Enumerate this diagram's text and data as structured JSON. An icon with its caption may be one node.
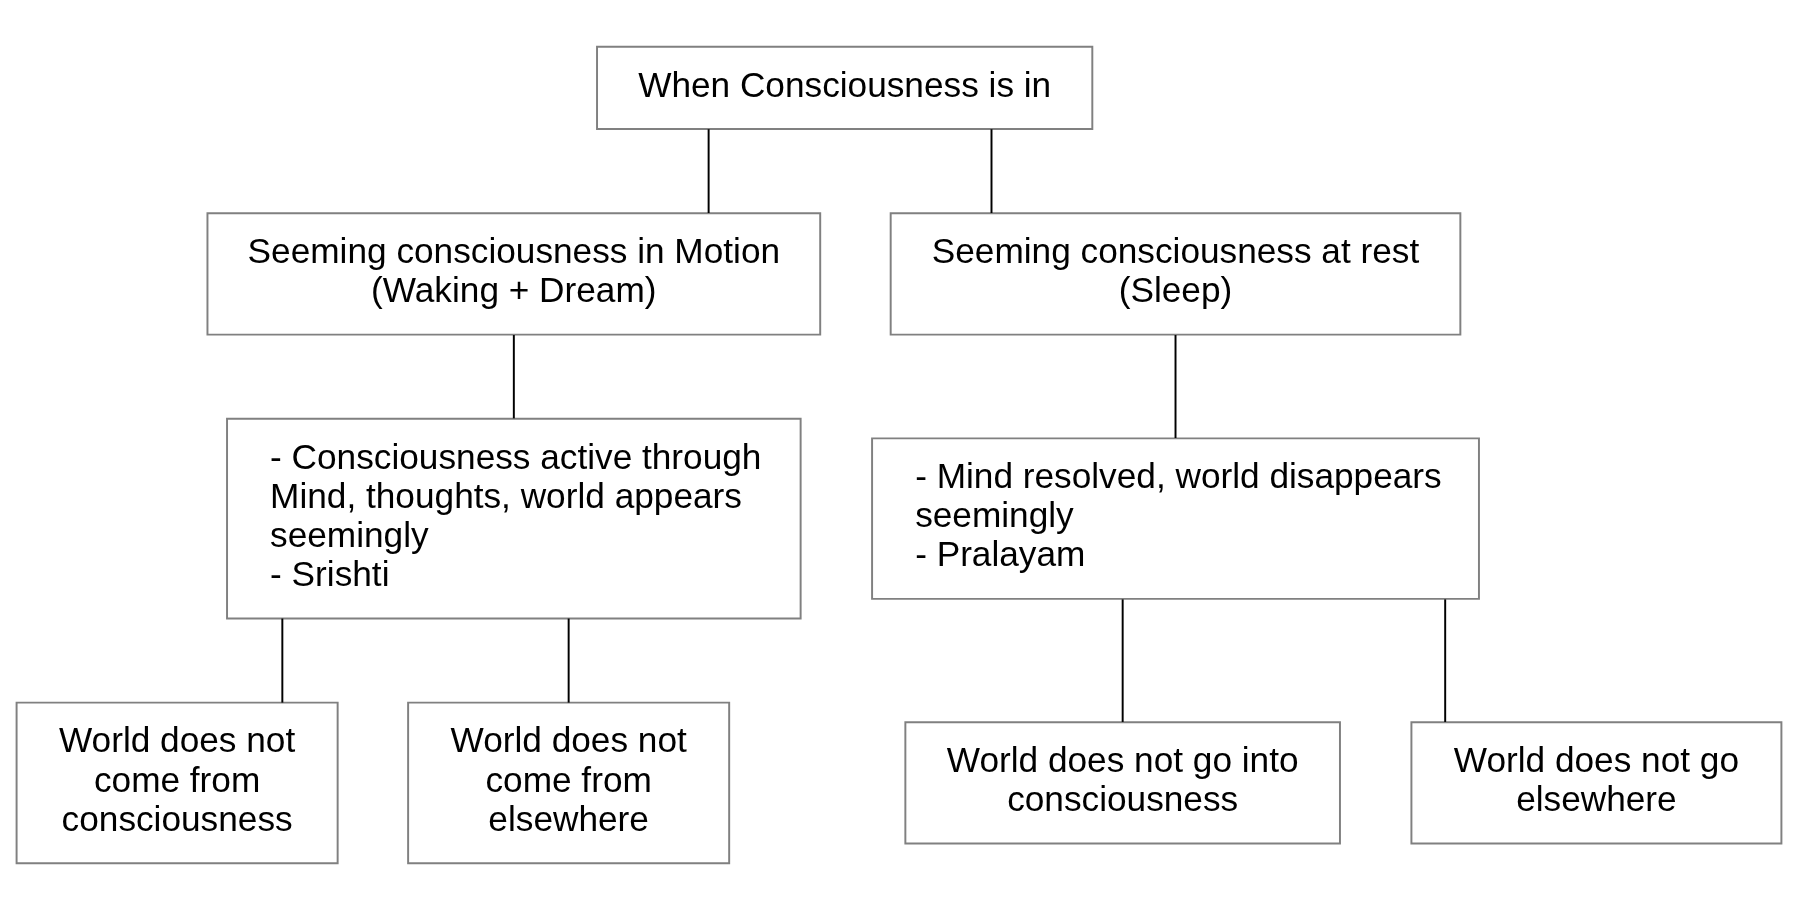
{
  "diagram": {
    "nodes": [
      {
        "text": [
          "When Consciousness is in"
        ]
      },
      {
        "text": [
          "Seeming consciousness in Motion",
          "(Waking + Dream)"
        ]
      },
      {
        "text": [
          "Seeming consciousness at rest",
          "(Sleep)"
        ]
      },
      {
        "text": [
          "- Consciousness active through Mind, thoughts, world appears seemingly",
          "- Srishti"
        ]
      },
      {
        "text": [
          "- Mind resolved, world disappears seemingly",
          "- Pralayam"
        ]
      },
      {
        "text": [
          "World does not come from consciousness"
        ]
      },
      {
        "text": [
          "World does not come from elsewhere"
        ]
      },
      {
        "text": [
          "World does not go into consciousness"
        ]
      },
      {
        "text": [
          "World does not go elsewhere"
        ]
      }
    ],
    "edges": [
      {
        "from": 0,
        "to": 1,
        "arrow": "none"
      },
      {
        "from": 0,
        "to": 2,
        "arrow": "none"
      },
      {
        "from": 1,
        "to": 3,
        "arrow": "none"
      },
      {
        "from": 2,
        "to": 4,
        "arrow": "none"
      },
      {
        "from": 3,
        "to": 5,
        "arrow": "none"
      },
      {
        "from": 3,
        "to": 6,
        "arrow": "none"
      },
      {
        "from": 4,
        "to": 7,
        "arrow": "none"
      },
      {
        "from": 4,
        "to": 8,
        "arrow": "none"
      }
    ]
  }
}
